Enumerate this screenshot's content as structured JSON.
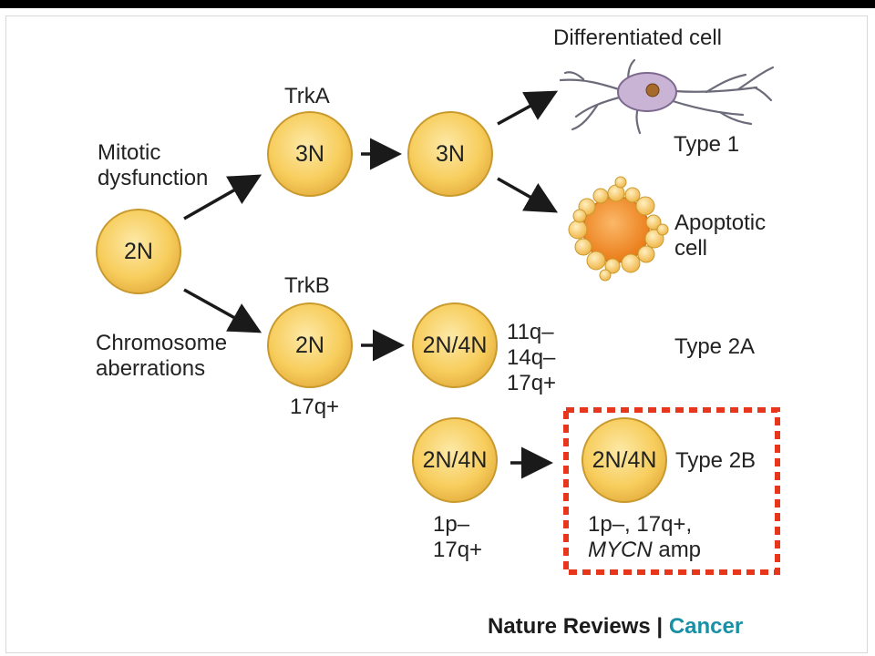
{
  "labels": {
    "mitotic_dysfunction": "Mitotic\ndysfunction",
    "chromosome_aberrations": "Chromosome\naberrations",
    "trka": "TrkA",
    "trkb": "TrkB",
    "trkb_note": "17q+",
    "differentiated_cell": "Differentiated cell",
    "type1": "Type 1",
    "apoptotic_cell": "Apoptotic\ncell",
    "type2a_markers": "11q–\n14q–\n17q+",
    "type2a": "Type 2A",
    "type2b_precursor_markers": "1p–\n17q+",
    "type2b": "Type 2B",
    "type2b_markers_line1": "1p–, 17q+,",
    "type2b_markers_italic": "MYCN",
    "type2b_markers_amp": " amp"
  },
  "cells": {
    "origin": "2N",
    "trka_cell": "3N",
    "trka_next": "3N",
    "trkb_cell": "2N",
    "type2a_cell": "2N/4N",
    "type2b_precursor": "2N/4N",
    "type2b_cell": "2N/4N"
  },
  "footer": {
    "brand": "Nature Reviews",
    "separator": " | ",
    "journal": "Cancer"
  },
  "colors": {
    "cell_fill": "#f7cd5c",
    "cell_stroke": "#c99a2e",
    "arrow": "#1a1a1a",
    "highlight_box": "#e8361c",
    "neuron_body": "#c9b4d6",
    "apoptotic_core": "#f08c22"
  }
}
